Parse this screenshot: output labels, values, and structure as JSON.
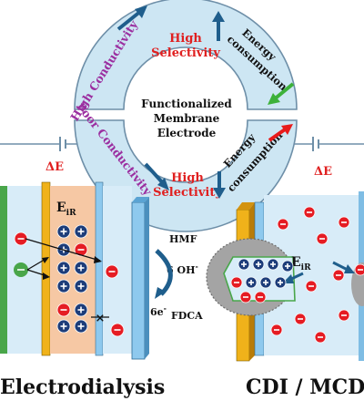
{
  "ring": {
    "top": {
      "conductivity": "High Conductivity",
      "selectivity_line1": "High",
      "selectivity_line2": "Selectivity",
      "energy_line1": "Energy",
      "energy_line2": "consumption"
    },
    "bottom": {
      "conductivity": "Poor Conductivity",
      "selectivity_line1": "High",
      "selectivity_line2": "Selectivity",
      "energy_line1": "Energy",
      "energy_line2": "consumption"
    },
    "center": {
      "line1": "Functionalized",
      "line2": "Membrane",
      "line3": "Electrode"
    }
  },
  "circuit": {
    "left_label": "ΔE",
    "right_label": "ΔE"
  },
  "electrodialysis": {
    "field_label": "E",
    "field_sub": "iR",
    "caption": "Electrodialysis"
  },
  "electrolysis": {
    "reactant": "HMF",
    "hydroxide": "6 OH",
    "hydroxide_sup": "-",
    "electrons": "6e",
    "electrons_sup": "-",
    "product": "FDCA"
  },
  "cdi": {
    "field_label": "E",
    "field_sub": "iR",
    "caption": "CDI / MCD"
  },
  "colors": {
    "ring_fill": "#cde6f3",
    "ring_stroke": "#6e8fa8",
    "title_red": "#e02020",
    "purple": "#9b2fa0",
    "dark": "#111111",
    "arrow_blue": "#1f5e8c",
    "arrow_green": "#3db13a",
    "arrow_red": "#e81b1b",
    "electrode_gold": "#f0b21a",
    "electrode_green": "#49a64a",
    "membrane_blue": "#8ec9ee",
    "channel_blue": "#d8ecf8",
    "channel_peach": "#f6c8a4",
    "anion_fill": "#1d3d7a",
    "cation_fill": "#e51c23"
  }
}
